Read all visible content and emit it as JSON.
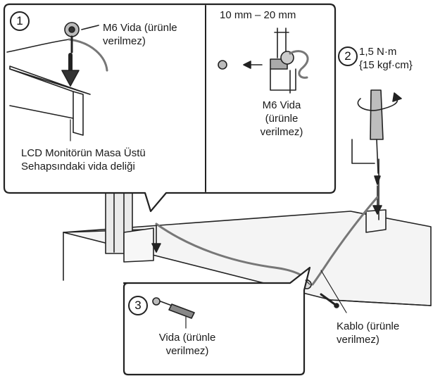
{
  "steps": {
    "step1": {
      "number": "1"
    },
    "step2": {
      "number": "2"
    },
    "step3": {
      "number": "3"
    }
  },
  "labels": {
    "m6_screw_top": [
      "M6 Vida (ürünle",
      "verilmez)"
    ],
    "hole_caption": [
      "LCD Monitörün Masa Üstü",
      "Sehapsındaki vida deliği"
    ],
    "dimension": "10 mm – 20 mm",
    "m6_screw_side": [
      "M6 Vida",
      "(ürünle",
      "verilmez)"
    ],
    "torque": [
      "1,5 N·m",
      "{15 kgf·cm}"
    ],
    "screw_bottom": [
      "Vida (ürünle",
      "verilmez)"
    ],
    "cable": [
      "Kablo (ürünle",
      "verilmez)"
    ]
  }
}
